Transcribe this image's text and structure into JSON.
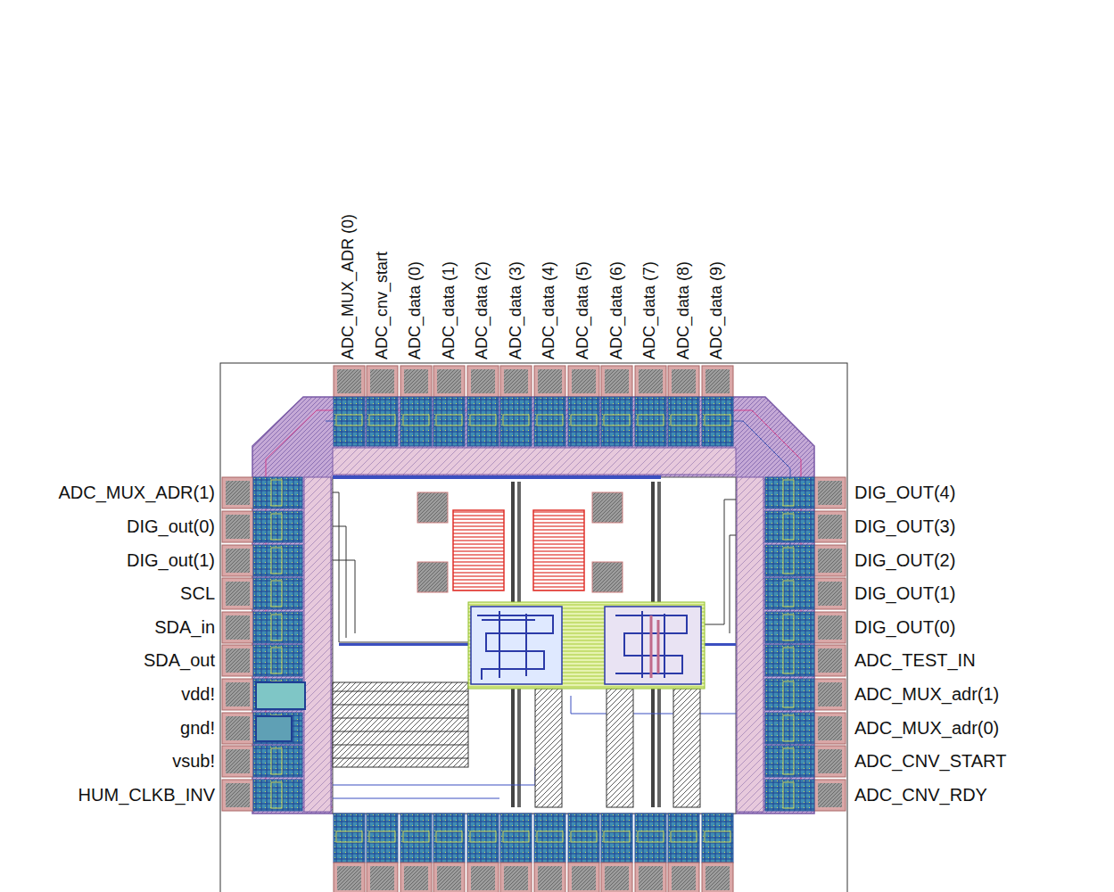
{
  "diagram": {
    "labels": [
      "ADC_MUX_ADR (0)",
      "ADC_cnv_start",
      "ADC_data (0)",
      "ADC_data (1)",
      "ADC_data (2)",
      "ADC_data (3)",
      "ADC_data (4)",
      "ADC_data (5)",
      "ADC_data (6)",
      "ADC_data (7)",
      "ADC_data (8)",
      "ADC_data (9)",
      "ADC_MUX_ADR(1)",
      "DIG_out(0)",
      "DIG_out(1)",
      "SCL",
      "SDA_in",
      "SDA_out",
      "vdd!",
      "gnd!",
      "vsub!",
      "HUM_CLKB_INV",
      "DIG_OUT(4)",
      "DIG_OUT(3)",
      "DIG_OUT(2)",
      "DIG_OUT(1)",
      "DIG_OUT(0)",
      "ADC_TEST_IN",
      "ADC_MUX_adr(1)",
      "ADC_MUX_adr(0)",
      "ADC_CNV_START",
      "ADC_CNV_RDY"
    ]
  }
}
